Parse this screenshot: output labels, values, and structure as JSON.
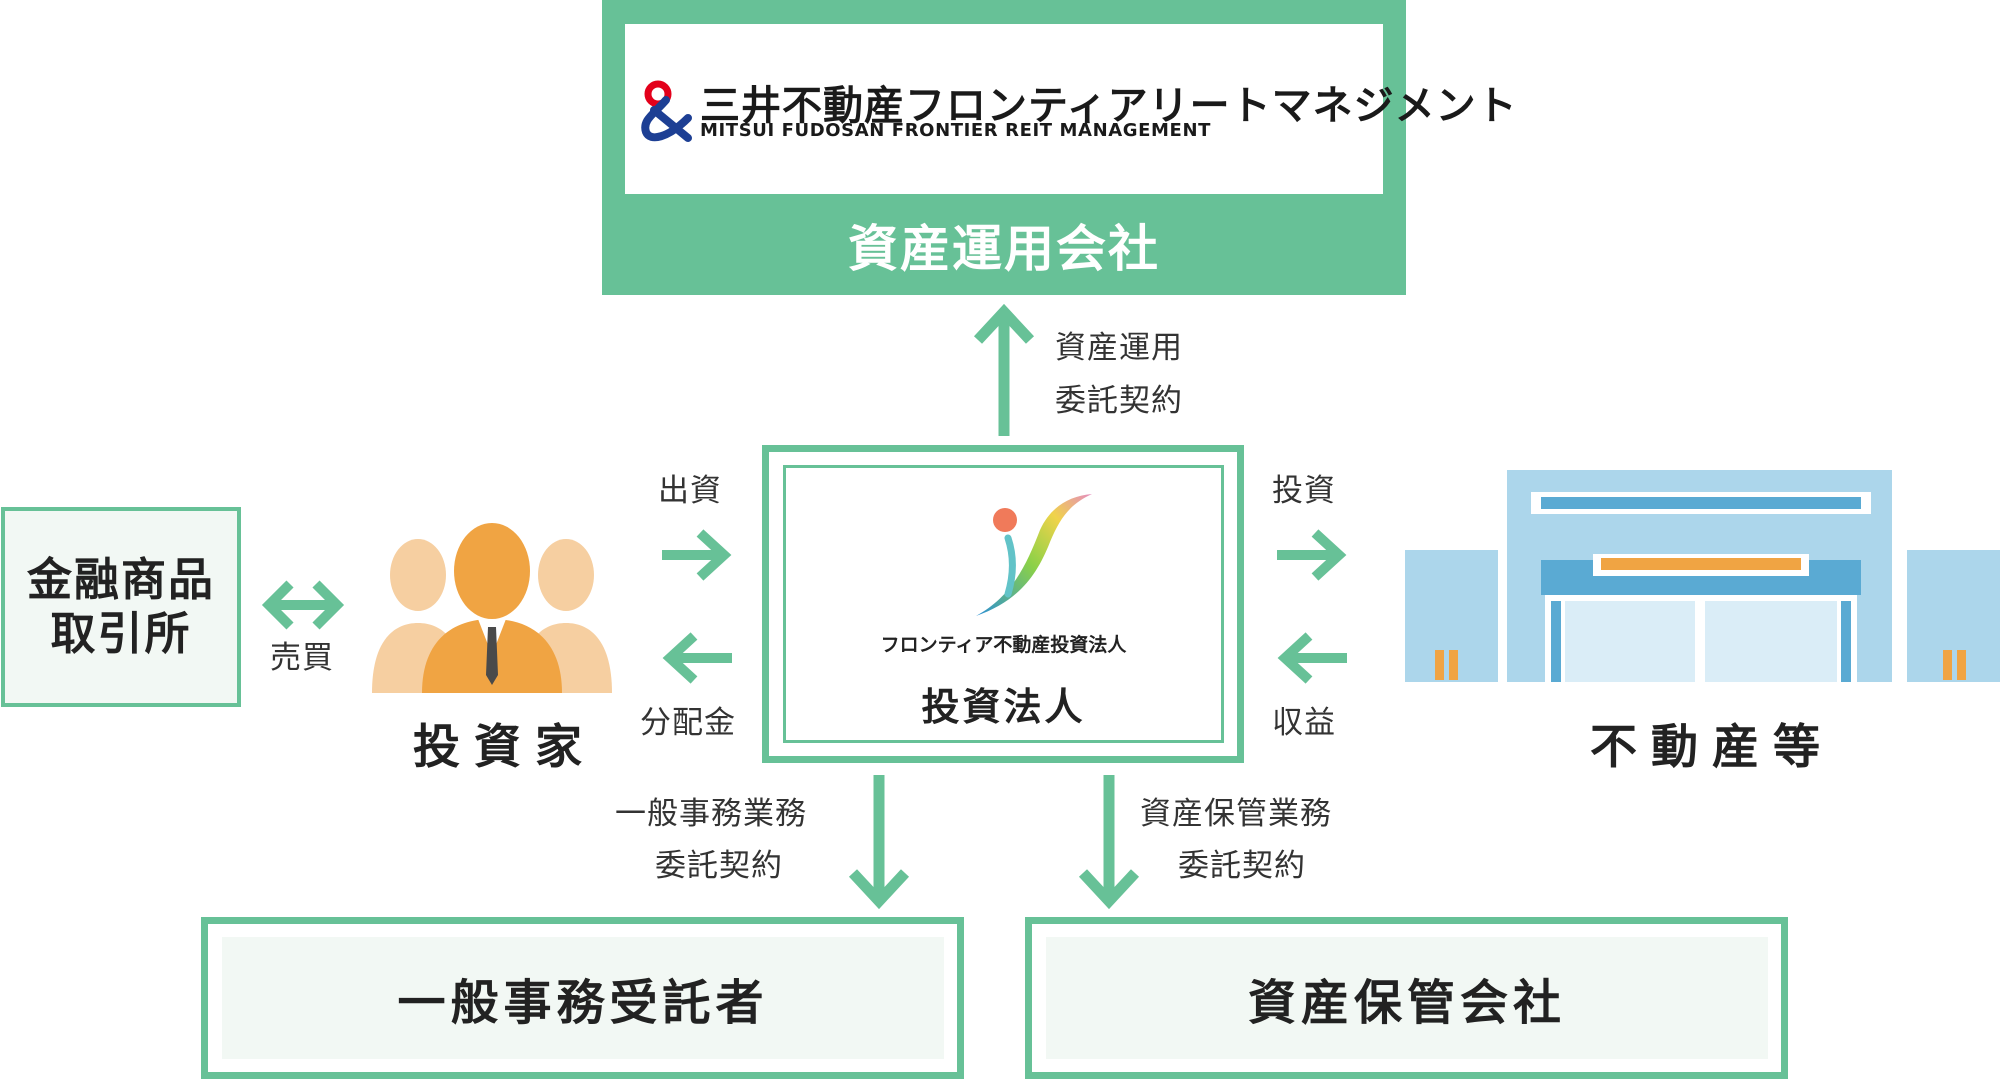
{
  "asset_manager": {
    "company_name_ja": "三井不動産フロンティアリートマネジメント",
    "company_name_en": "MITSUI FUDOSAN FRONTIER REIT MANAGEMENT",
    "label": "資産運用会社"
  },
  "investment_corporation": {
    "name_small": "フロンティア不動産投資法人",
    "label": "投資法人"
  },
  "exchange": {
    "line1": "金融商品",
    "line2": "取引所"
  },
  "investors": {
    "label": "投資家"
  },
  "real_estate": {
    "label": "不動産等"
  },
  "general_administrator": {
    "label": "一般事務受託者"
  },
  "asset_custodian": {
    "label": "資産保管会社"
  },
  "edges": {
    "trade": "売買",
    "asset_management_line1": "資産運用",
    "asset_management_line2": "委託契約",
    "investment_in": "出資",
    "distribution": "分配金",
    "invest": "投資",
    "revenue": "収益",
    "admin_line1": "一般事務業務",
    "admin_line2": "委託契約",
    "custody_line1": "資産保管業務",
    "custody_line2": "委託契約"
  },
  "colors": {
    "accent_green": "#67c197",
    "box_fill": "#f2f8f4",
    "investor_main": "#f0a443",
    "investor_side": "#f6cfa1",
    "building_light": "#acd6eb",
    "building_mid": "#5aaad3",
    "building_pale": "#daedf7",
    "building_orange": "#f0a443"
  },
  "icons": [
    "mitsui-fudosan-logo-icon",
    "frontier-logo-icon",
    "investors-icon",
    "building-icon",
    "arrow-icon"
  ]
}
